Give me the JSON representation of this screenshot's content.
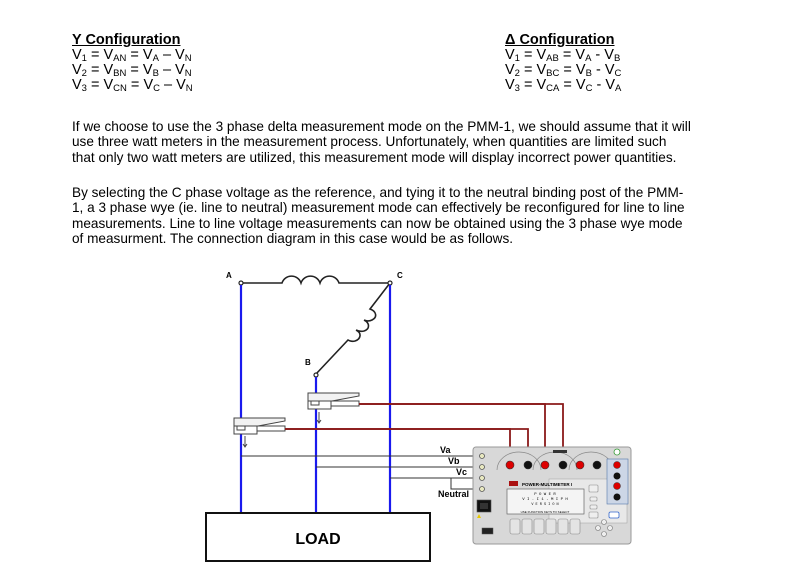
{
  "y_configuration": {
    "heading": "Y Configuration",
    "equations": [
      {
        "lhs": "V",
        "lhs_sub": "1",
        "mid": "V",
        "mid_sub": "AN",
        "a": "V",
        "a_sub": "A",
        "op": "–",
        "b": "V",
        "b_sub": "N"
      },
      {
        "lhs": "V",
        "lhs_sub": "2",
        "mid": "V",
        "mid_sub": "BN",
        "a": "V",
        "a_sub": "B",
        "op": "–",
        "b": "V",
        "b_sub": "N"
      },
      {
        "lhs": "V",
        "lhs_sub": "3",
        "mid": "V",
        "mid_sub": "CN",
        "a": "V",
        "a_sub": "C",
        "op": "–",
        "b": "V",
        "b_sub": "N"
      }
    ]
  },
  "delta_configuration": {
    "heading": "Δ Configuration",
    "equations": [
      {
        "lhs": "V",
        "lhs_sub": "1",
        "mid": "V",
        "mid_sub": "AB",
        "a": "V",
        "a_sub": "A",
        "op": "-",
        "b": "V",
        "b_sub": "B"
      },
      {
        "lhs": "V",
        "lhs_sub": "2",
        "mid": "V",
        "mid_sub": "BC",
        "a": "V",
        "a_sub": "B",
        "op": "-",
        "b": "V",
        "b_sub": "C"
      },
      {
        "lhs": "V",
        "lhs_sub": "3",
        "mid": "V",
        "mid_sub": "CA",
        "a": "V",
        "a_sub": "C",
        "op": "-",
        "b": "V",
        "b_sub": "A"
      }
    ]
  },
  "paragraphs": [
    {
      "lines": [
        "If we choose to use the 3 phase delta measurement mode on the PMM-1, we should assume that it will",
        "use three watt meters in the measurement process.  Unfortunately, when quantities are limited such",
        "that only two watt meters are utilized, this measurement mode will display incorrect power quantities."
      ]
    },
    {
      "lines": [
        "By selecting the C phase voltage as the reference, and tying it to the neutral binding post of the PMM-",
        "1, a 3 phase wye (ie. line to neutral) measurement mode can effectively be reconfigured for line to line",
        "measurements.  Line to line voltage measurements can now be obtained using the 3 phase wye mode",
        "of measurment.  The connection diagram in this case would be as follows."
      ]
    }
  ],
  "diagram": {
    "nodes": {
      "a": "A",
      "b": "B",
      "c": "C"
    },
    "inputs": {
      "va": "Va",
      "vb": "Vb",
      "vc": "Vc",
      "neutral": "Neutral"
    },
    "load_label": "LOAD",
    "meter": {
      "title": "POWER-MULTIMETER I",
      "screen_lines": [
        "P O W E R",
        "V I . I   1 - M I    P H",
        "V E R S I O N"
      ],
      "prompt": "USE FUNCTION KEYS TO SELECT"
    },
    "colors": {
      "line_wire": "#1a1aee",
      "current_lead": "#8b1a1a",
      "voltage_lead": "#333333",
      "meter_body": "#d8d8d8",
      "terminal_red": "#dd0000",
      "terminal_black": "#111111"
    }
  }
}
